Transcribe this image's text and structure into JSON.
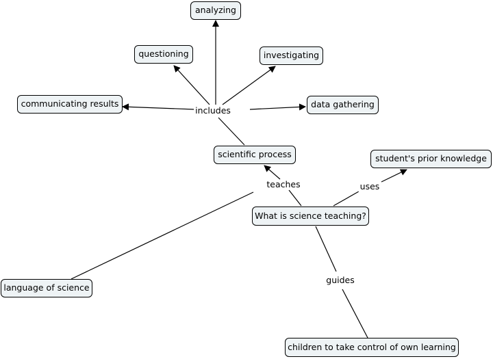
{
  "concepts": {
    "analyzing": "analyzing",
    "questioning": "questioning",
    "investigating": "investigating",
    "communicating_results": "communicating results",
    "data_gathering": "data gathering",
    "scientific_process": "scientific process",
    "prior_knowledge": "student's prior knowledge",
    "science_teaching": "What is science teaching?",
    "language_of_science": "language of science",
    "children_learning": "children to take control of own learning"
  },
  "links": {
    "includes": "includes",
    "teaches": "teaches",
    "uses": "uses",
    "guides": "guides"
  },
  "colors": {
    "node_fill": "#eef3f5",
    "node_border": "#000000",
    "line": "#000000"
  }
}
